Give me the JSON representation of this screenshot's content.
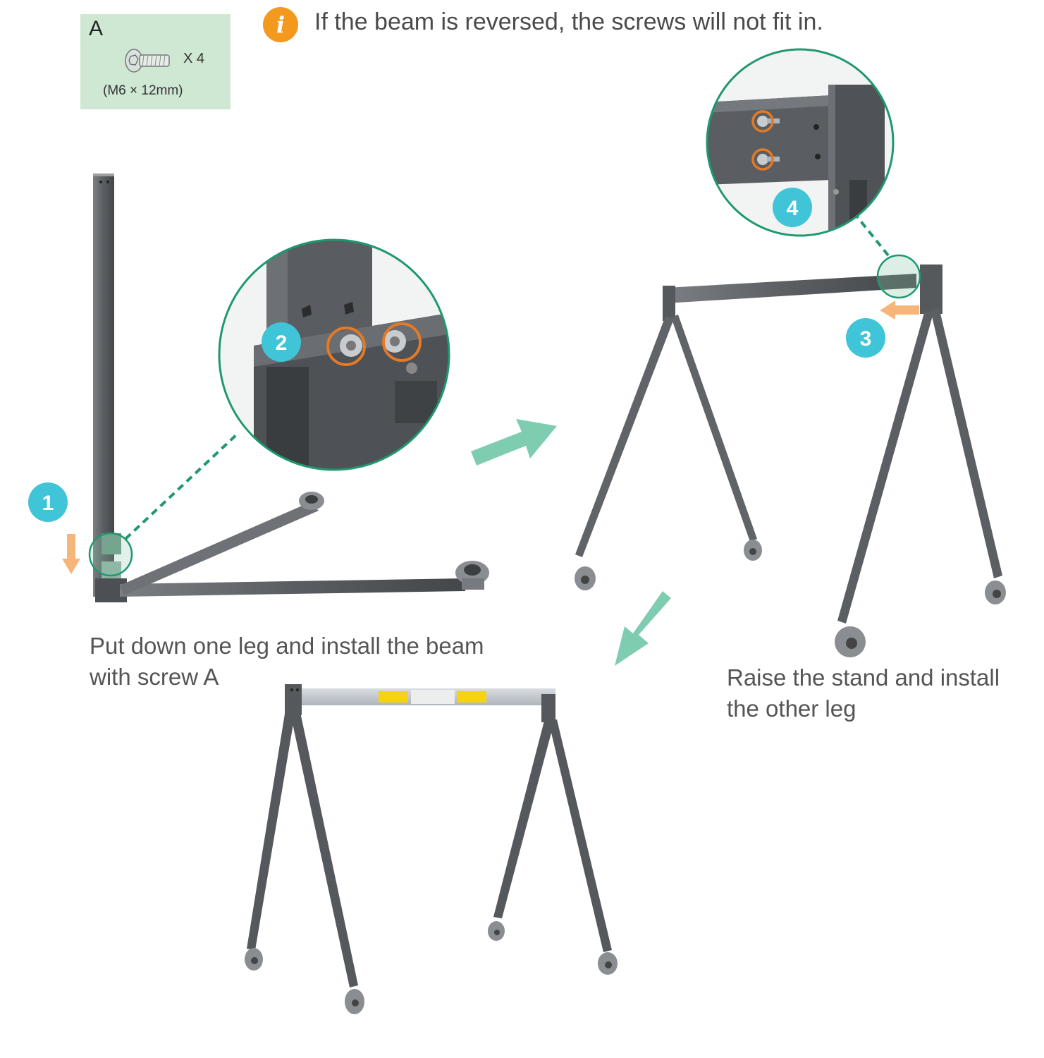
{
  "parts": {
    "letter": "A",
    "quantity": "X 4",
    "size": "(M6 × 12mm)",
    "icon": "screw-icon"
  },
  "notice": {
    "icon": "info-icon",
    "glyph": "i",
    "text": "If the beam is reversed, the screws will not fit in."
  },
  "steps": [
    "1",
    "2",
    "3",
    "4"
  ],
  "captions": {
    "left_line1": "Put down one leg and install the beam",
    "left_line2": "with screw A",
    "right_line1": "Raise the stand and install",
    "right_line2": "the other leg"
  },
  "colors": {
    "badge": "#3fc4d8",
    "accent_green": "#1f9870",
    "arrow_orange": "#f6b67a",
    "flow_arrow": "#7fcdb0",
    "screw_ring": "#e47a25",
    "metal_dark": "#5f6265",
    "parts_bg": "#cfe8d4"
  }
}
